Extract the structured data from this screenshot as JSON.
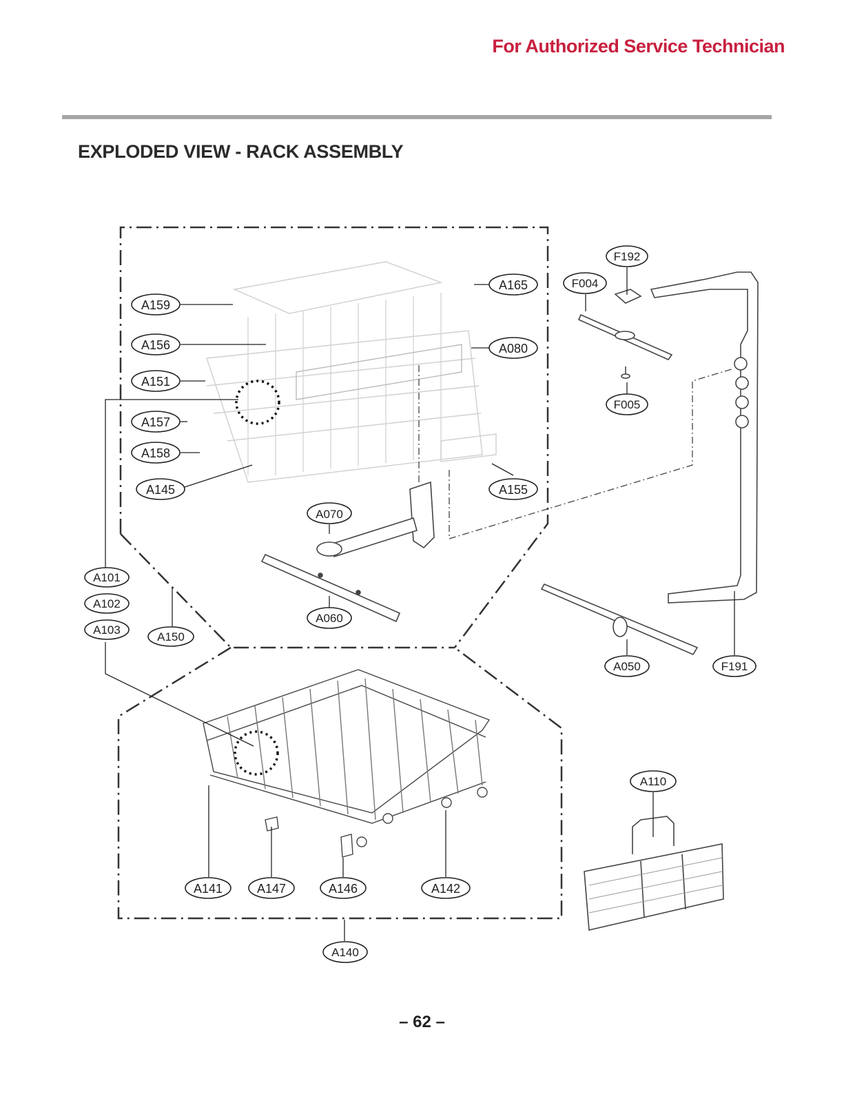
{
  "header": {
    "audience_note": "For Authorized Service Technician"
  },
  "page": {
    "title": "EXPLODED VIEW - RACK ASSEMBLY",
    "number": "62"
  },
  "callouts": [
    "A165",
    "A159",
    "A156",
    "A080",
    "A151",
    "A157",
    "A158",
    "A145",
    "A155",
    "A070",
    "A101",
    "A102",
    "A103",
    "A150",
    "A060",
    "F192",
    "F004",
    "F005",
    "A050",
    "F191",
    "A110",
    "A141",
    "A147",
    "A146",
    "A142",
    "A140"
  ],
  "colors": {
    "header": "#c8203f",
    "rule": "#a6a6a6",
    "line": "#333333"
  }
}
